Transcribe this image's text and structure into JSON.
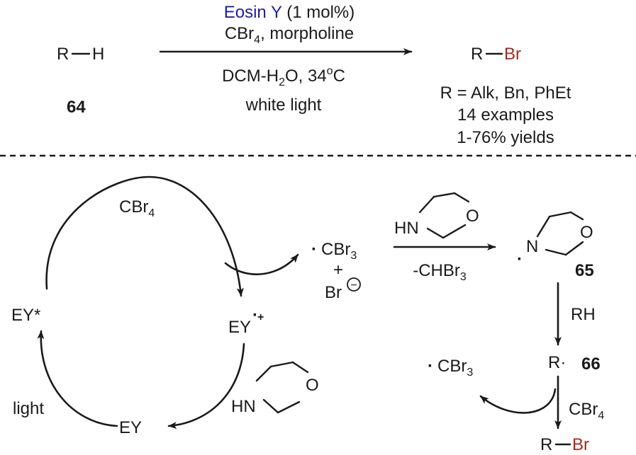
{
  "colors": {
    "blue": "#1f1f9e",
    "red": "#a52a1e",
    "ink": "#1a1a1a"
  },
  "top": {
    "reactant": {
      "r": "R",
      "h": "H",
      "number": "64"
    },
    "conditions": {
      "catalyst_name": "Eosin Y",
      "catalyst_loading": " (1 mol%)",
      "reagents_a": "CBr",
      "reagents_a_sub": "4",
      "reagents_b": ", morpholine",
      "solvent_a": "DCM-H",
      "solvent_sub": "2",
      "solvent_b": "O, 34",
      "degree": "o",
      "solvent_c": "C",
      "light": "white light"
    },
    "product": {
      "r": "R",
      "br": "Br",
      "scope": "R = Alk, Bn, PhEt",
      "examples": "14 examples",
      "yields": "1-76% yields"
    }
  },
  "cycle": {
    "cbr4": "CBr",
    "cbr4_sub": "4",
    "ey_star": "EY*",
    "ey_radcat": "EY",
    "radcat_dot": "·",
    "radcat_plus": "+",
    "ey": "EY",
    "light": "light"
  },
  "morpholine_atoms": {
    "o": "O",
    "hn": "HN"
  },
  "radical_n": {
    "dot": "·",
    "n": "N",
    "o": "O",
    "number": "65"
  },
  "mechanism": {
    "cbr3_dot": "·",
    "cbr3": "CBr",
    "cbr3_sub": "3",
    "plus": "+",
    "br_minus": "Br",
    "minus": "−",
    "loss_a": "-CHBr",
    "loss_sub": "3",
    "rh": "RH",
    "r_radical": "R·",
    "number_66": "66",
    "cbr3_b_dot": "·",
    "cbr3_b": "CBr",
    "cbr3_b_sub": "3",
    "cbr4_b": "CBr",
    "cbr4_b_sub": "4",
    "prod_r": "R",
    "prod_br": "Br"
  }
}
